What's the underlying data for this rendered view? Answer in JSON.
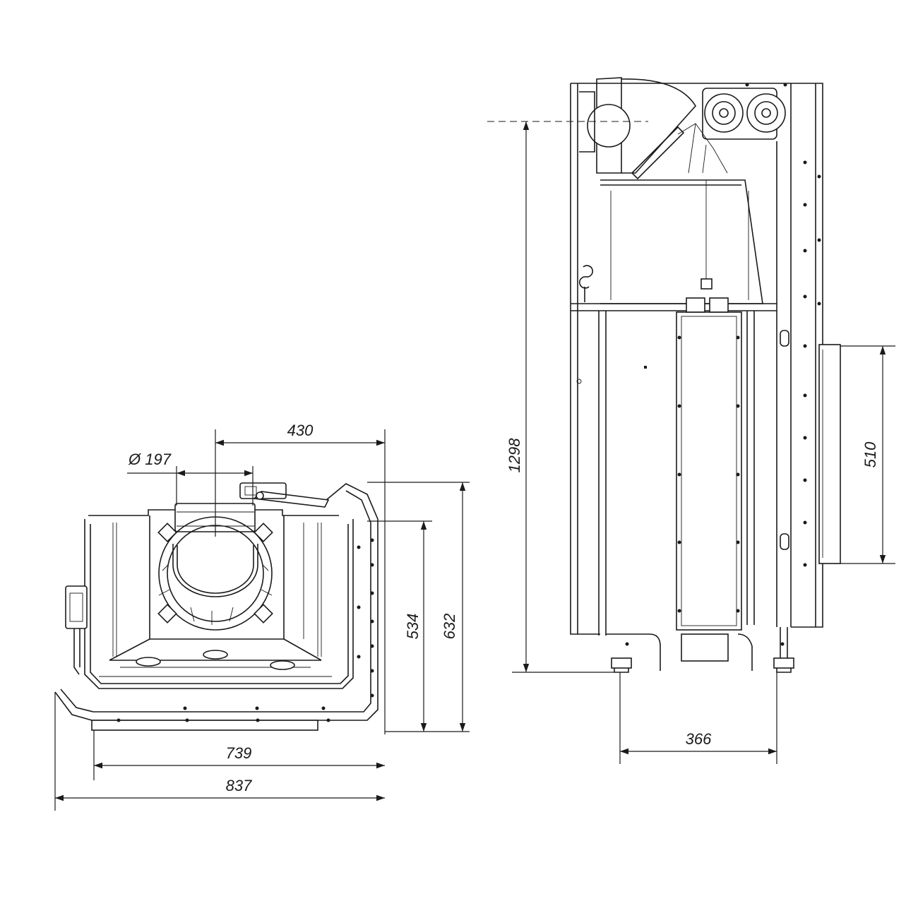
{
  "dimensions": {
    "flue_diameter": "Ø 197",
    "flue_offset": "430",
    "inner_width": "739",
    "total_width": "837",
    "inner_depth": "534",
    "total_depth": "632",
    "total_height": "1298",
    "side_panel_height": "510",
    "foot_spacing": "366"
  },
  "colors": {
    "line": "#1a1a1a",
    "background": "#ffffff"
  }
}
